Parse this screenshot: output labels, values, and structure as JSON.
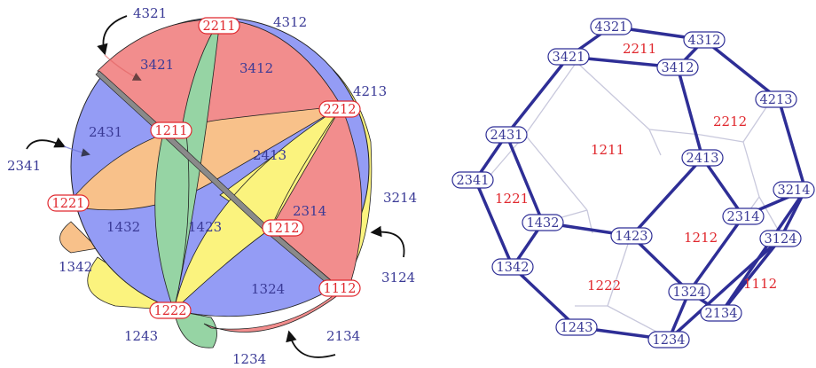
{
  "left_diagram": {
    "outer_labels": [
      "4321",
      "4312",
      "4213",
      "3214",
      "3124",
      "2134",
      "1234",
      "1243",
      "1342",
      "2341"
    ],
    "region_labels": [
      "3421",
      "3412",
      "2431",
      "2413",
      "1432",
      "1423",
      "2314",
      "1324"
    ],
    "boxed_labels": [
      "2211",
      "2212",
      "1211",
      "1221",
      "1212",
      "1112",
      "1222"
    ]
  },
  "right_diagram": {
    "vertex_labels": [
      "4321",
      "4312",
      "3421",
      "3412",
      "4213",
      "2431",
      "2341",
      "2413",
      "3214",
      "2314",
      "3124",
      "1432",
      "1423",
      "1342",
      "1324",
      "2134",
      "1243",
      "1234"
    ],
    "face_labels": [
      "2211",
      "2212",
      "1211",
      "1221",
      "1212",
      "1222",
      "1112"
    ]
  },
  "colors": {
    "red": "#f28d8d",
    "green": "#96d4a4",
    "yellow": "#fbf37e",
    "blue": "#949cf5",
    "orange": "#f8c18a",
    "edge": "#2e2e96",
    "hidden_edge": "#c8c8dc",
    "label_blue": "#3a3a96",
    "label_red": "#e0282e"
  }
}
